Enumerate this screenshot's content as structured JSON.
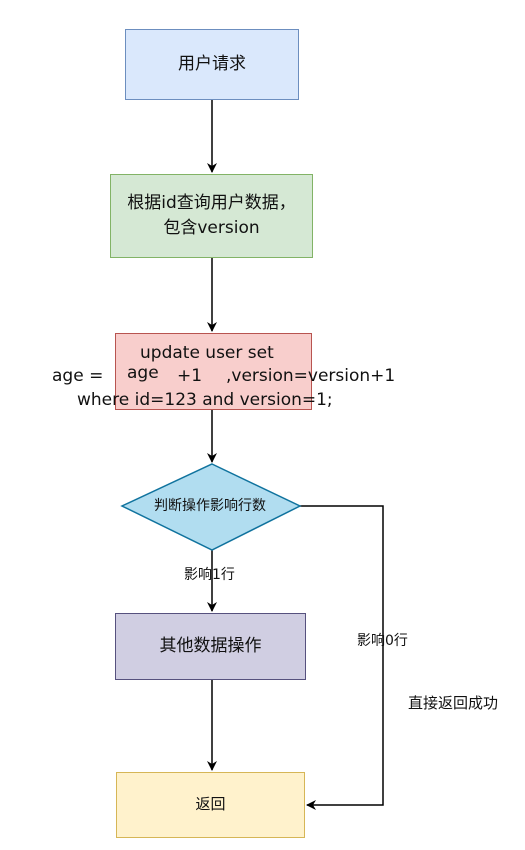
{
  "nodes": {
    "request": "用户请求",
    "query": "根据id查询用户数据，包含version",
    "update_line1": "update user set",
    "update_age_outside": "age =",
    "update_age_inside": "age",
    "update_plus": "+1",
    "update_version": ",version=version+1",
    "update_line3": "where id=123 and version=1;",
    "decision": "判断操作影响行数",
    "other_ops": "其他数据操作",
    "return": "返回"
  },
  "edges": {
    "one_row": "影响1行",
    "zero_rows": "影响0行",
    "direct_return": "直接返回成功"
  },
  "colors": {
    "request_fill": "#dae8fc",
    "request_stroke": "#6c8ebf",
    "query_fill": "#d5e8d4",
    "query_stroke": "#82b366",
    "update_fill": "#f8cecc",
    "update_stroke": "#b85450",
    "decision_fill": "#b1ddf0",
    "decision_stroke": "#10739e",
    "other_fill": "#d0cee2",
    "other_stroke": "#56517e",
    "return_fill": "#fff2cc",
    "return_stroke": "#d6b656"
  }
}
